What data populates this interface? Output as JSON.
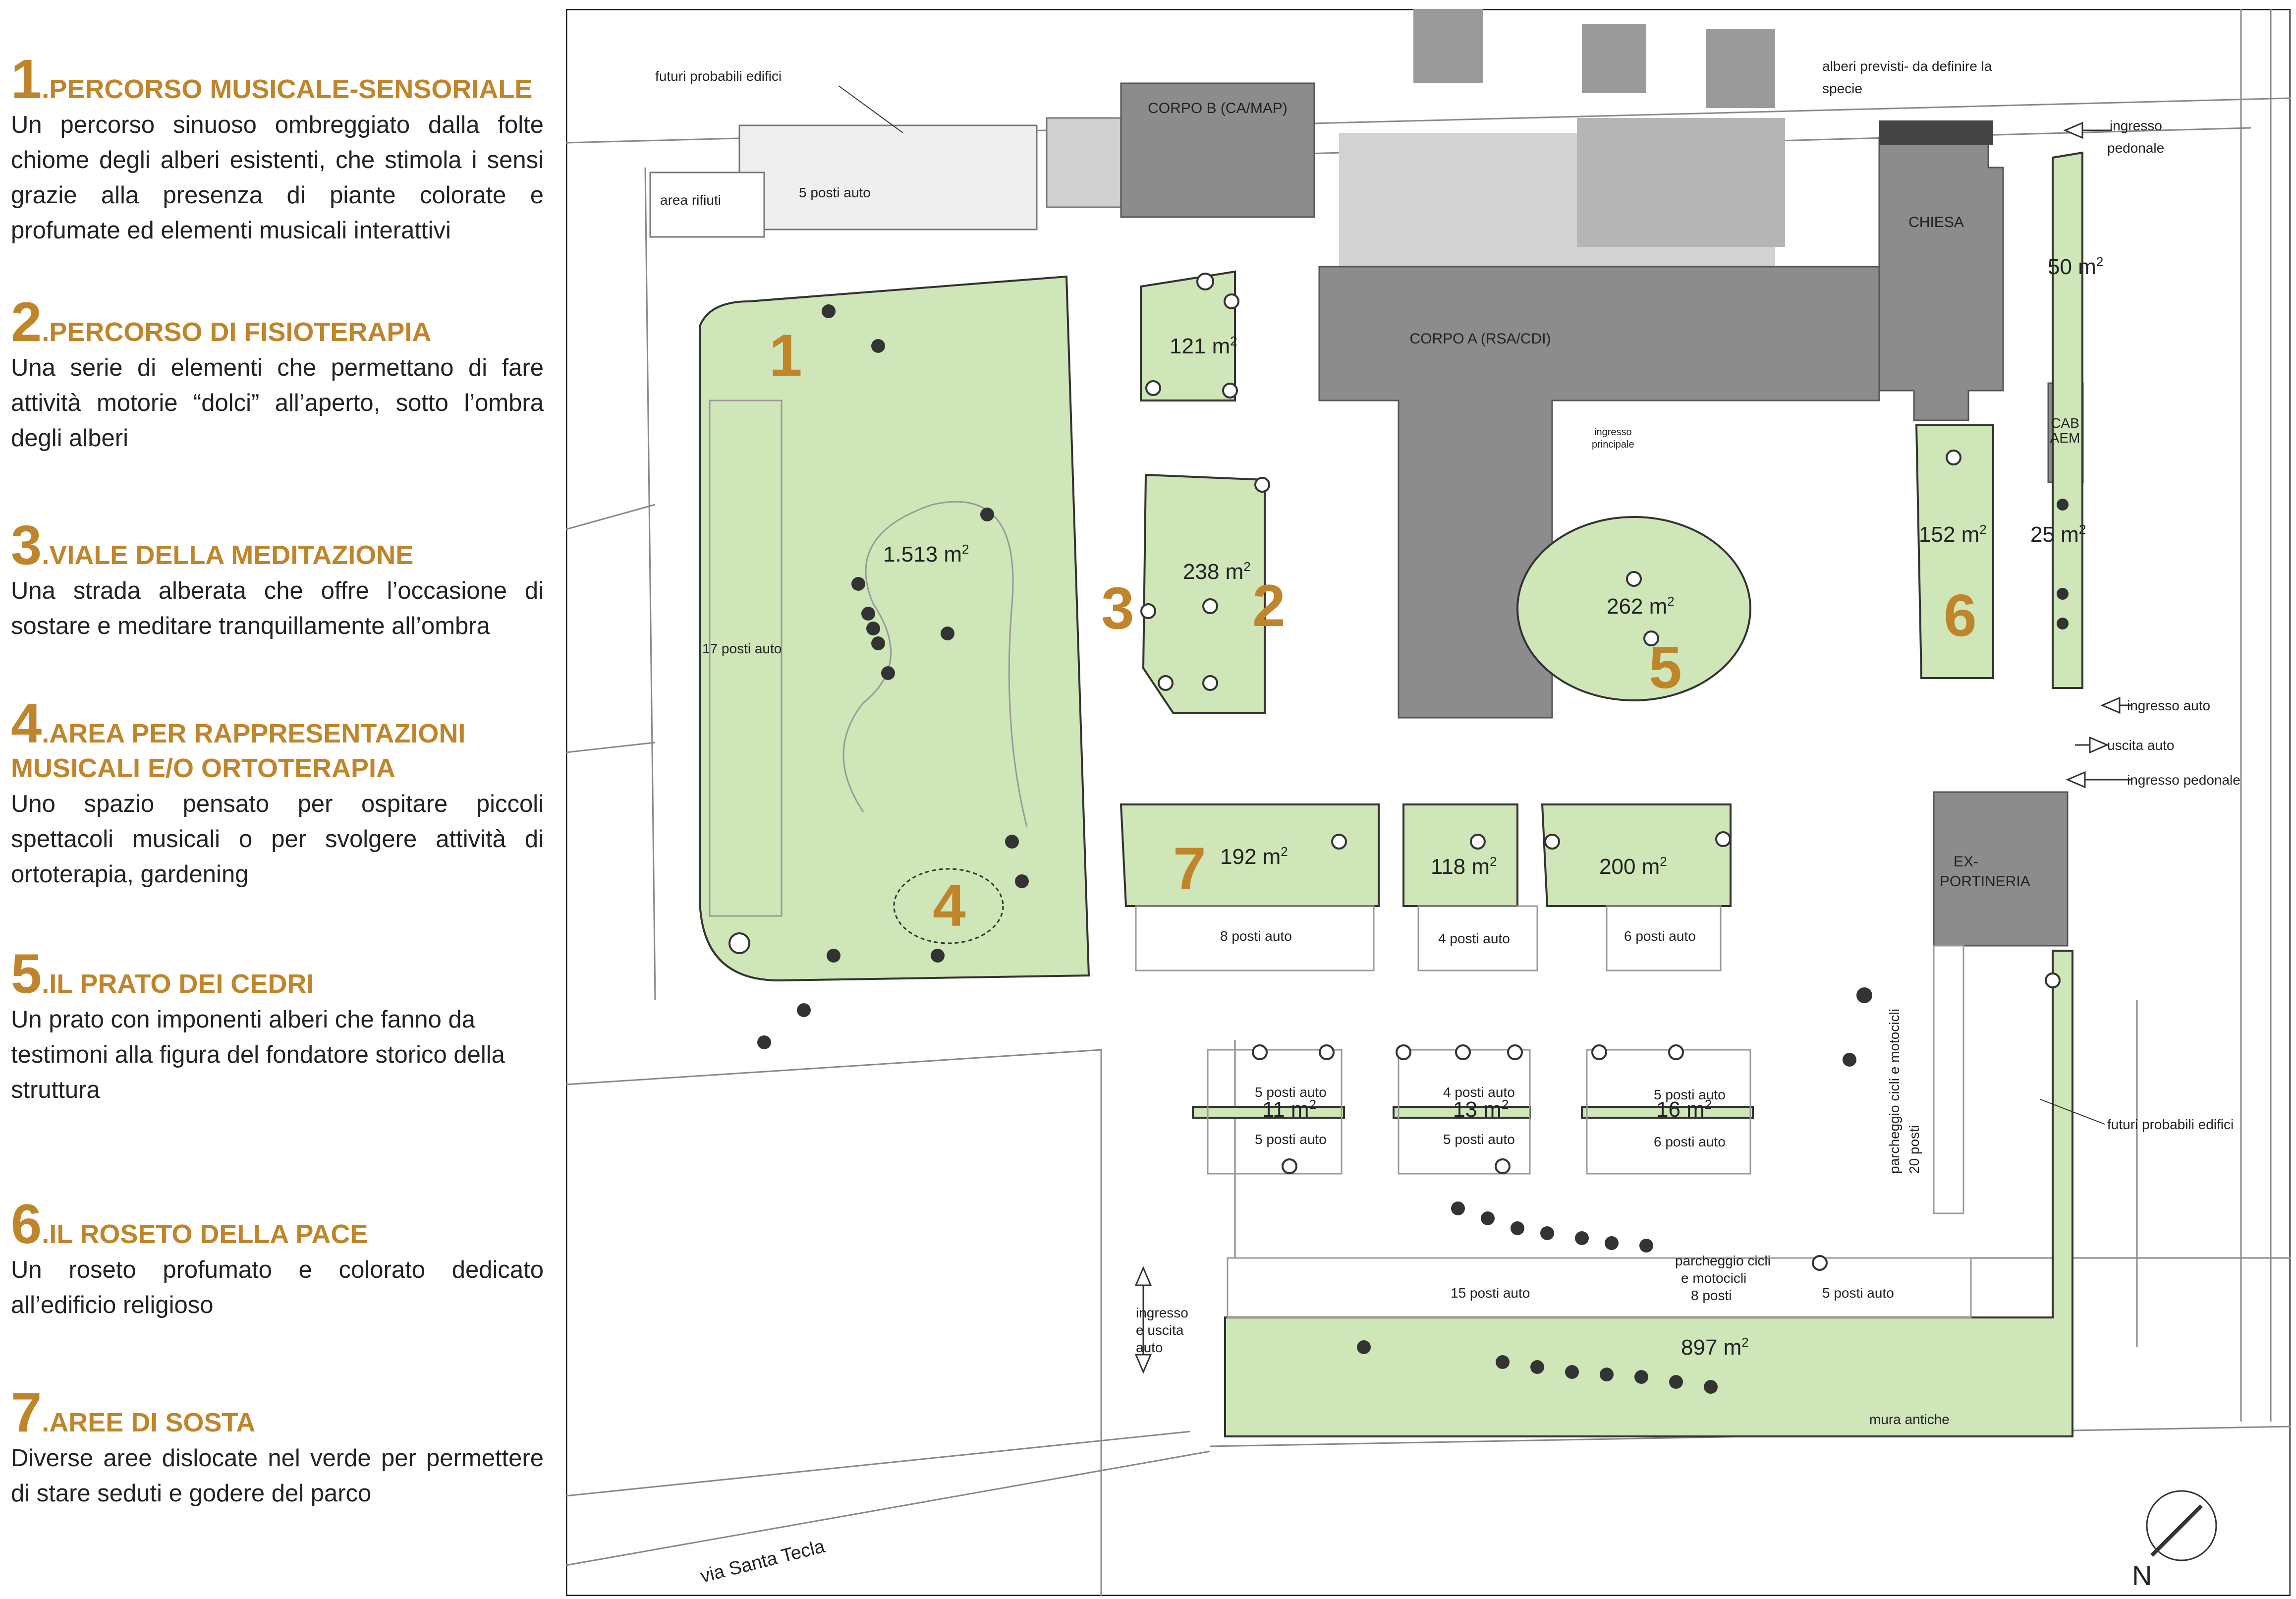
{
  "legend": [
    {
      "num": "1",
      "title": ".PERCORSO MUSICALE-SENSORIALE",
      "desc": "Un percorso sinuoso ombreggiato dalla folte chiome degli alberi esistenti, che stimola i sensi grazie alla presenza di piante colorate e profumate ed elementi musicali interattivi"
    },
    {
      "num": "2",
      "title": ".PERCORSO DI FISIOTERAPIA",
      "desc": "Una serie di elementi  che permettano di fare attività motorie “dolci” all’aperto, sotto l’ombra  degli alberi"
    },
    {
      "num": "3",
      "title": ".VIALE DELLA MEDITAZIONE",
      "desc": "Una strada alberata che offre l’occasione di sostare e meditare tranquillamente all’ombra"
    },
    {
      "num": "4",
      "title": ".AREA PER RAPPRESENTAZIONI",
      "title2": "MUSICALI E/O ORTOTERAPIA",
      "desc": "Uno spazio pensato per ospitare piccoli spettacoli musicali o per  svolgere attività di ortoterapia, gardening"
    },
    {
      "num": "5",
      "title": ".IL PRATO DEI CEDRI",
      "desc1": "Un prato con imponenti  alberi che fanno da",
      "desc2": "testimoni alla figura del fondatore storico della",
      "desc3": "struttura"
    },
    {
      "num": "6",
      "title": ".IL ROSETO DELLA PACE",
      "desc": "Un roseto  profumato e colorato dedicato all’edificio religioso"
    },
    {
      "num": "7",
      "title": ".AREE DI SOSTA",
      "desc": "Diverse aree dislocate nel verde per permettere di stare seduti e godere del parco"
    }
  ],
  "plan": {
    "buildings": {
      "corpo_b": "CORPO B (CA/MAP)",
      "corpo_a": "CORPO A (RSA/CDI)",
      "chiesa": "CHIESA",
      "cab1": "CAB",
      "cab2": "AEM",
      "ex1": "EX-",
      "ex2": "PORTINERIA"
    },
    "areas": {
      "a1": "1.513 m",
      "a2": "238 m",
      "a3": "121 m",
      "a4": "262 m",
      "a5": "152 m",
      "a6": "50 m",
      "a7": "25 m",
      "a8": "192 m",
      "a9": "118 m",
      "a10": "200 m",
      "a11": "11 m",
      "a12": "13 m",
      "a13": "16 m",
      "a14": "897 m",
      "sup": "2"
    },
    "zone_numbers": [
      "1",
      "2",
      "3",
      "4",
      "5",
      "6",
      "7"
    ],
    "labels": {
      "futuri_top": "futuri probabili edifici",
      "area_rifiuti": "area rifiuti",
      "posti5_top": "5 posti auto",
      "alberi1": "alberi previsti- da definire la",
      "alberi2": "specie",
      "ingresso_ped1": "ingresso",
      "ingresso_ped2": "pedonale",
      "ingresso_princ1": "ingresso",
      "ingresso_princ2": "principale",
      "posti17": "17 posti auto",
      "ingresso_auto": "ingresso auto",
      "uscita_auto": "uscita auto",
      "ingresso_pedonale": "ingresso pedonale",
      "posti8": "8 posti auto",
      "posti4": "4 posti auto",
      "posti6": "6 posti auto",
      "p5a": "5 posti auto",
      "p5b": "5 posti auto",
      "p4a": "4 posti auto",
      "p5c": "5 posti auto",
      "p5d": "5 posti auto",
      "p6a": "6 posti auto",
      "cicli_v1": "parcheggio cicli e motocicli",
      "cicli_v2": "20 posti",
      "futuri_right": "futuri probabili edifici",
      "cicli8_1": "parcheggio cicli",
      "cicli8_2": "e motocicli",
      "cicli8_3": "8 posti",
      "posti15": "15 posti auto",
      "posti5_bottom": "5 posti auto",
      "ingresso_uscita1": "ingresso",
      "ingresso_uscita2": "e uscita",
      "ingresso_uscita3": "auto",
      "mura": "mura antiche",
      "via": "via Santa Tecla",
      "north": "N"
    }
  },
  "colors": {
    "green": "#CFE6B8",
    "accent": "#C0852A",
    "building": "#8C8C8C",
    "dark_tree": "#333333"
  }
}
